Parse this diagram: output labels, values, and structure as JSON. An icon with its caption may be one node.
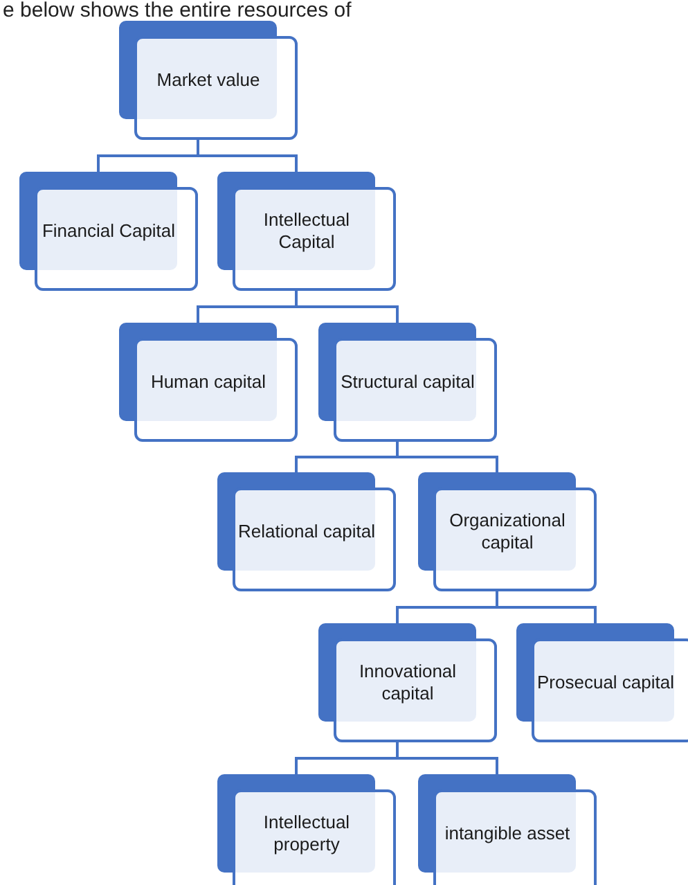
{
  "diagram": {
    "nodes": [
      {
        "text": [
          "Market value"
        ]
      },
      {
        "text": [
          "Financial Capital"
        ]
      },
      {
        "text": [
          "Intellectual Capital"
        ]
      },
      {
        "text": [
          "Human capital"
        ]
      },
      {
        "text": [
          "Structural capital"
        ]
      },
      {
        "text": [
          "Relational capital"
        ]
      },
      {
        "text": [
          "Organizational capital"
        ]
      },
      {
        "text": [
          "Innovational capital"
        ]
      },
      {
        "text": [
          "Prosecual capital"
        ]
      },
      {
        "text": [
          "Intellectual property"
        ]
      },
      {
        "text": [
          "intangible asset"
        ]
      }
    ],
    "edges": [
      {
        "from": 0,
        "to": 1,
        "arrow": "none"
      },
      {
        "from": 0,
        "to": 2,
        "arrow": "none"
      },
      {
        "from": 2,
        "to": 3,
        "arrow": "none"
      },
      {
        "from": 2,
        "to": 4,
        "arrow": "none"
      },
      {
        "from": 4,
        "to": 5,
        "arrow": "none"
      },
      {
        "from": 4,
        "to": 6,
        "arrow": "none"
      },
      {
        "from": 6,
        "to": 7,
        "arrow": "none"
      },
      {
        "from": 6,
        "to": 8,
        "arrow": "none"
      },
      {
        "from": 7,
        "to": 9,
        "arrow": "none"
      },
      {
        "from": 7,
        "to": 10,
        "arrow": "none"
      }
    ],
    "labels": [
      "e below shows the entire resources of"
    ]
  }
}
